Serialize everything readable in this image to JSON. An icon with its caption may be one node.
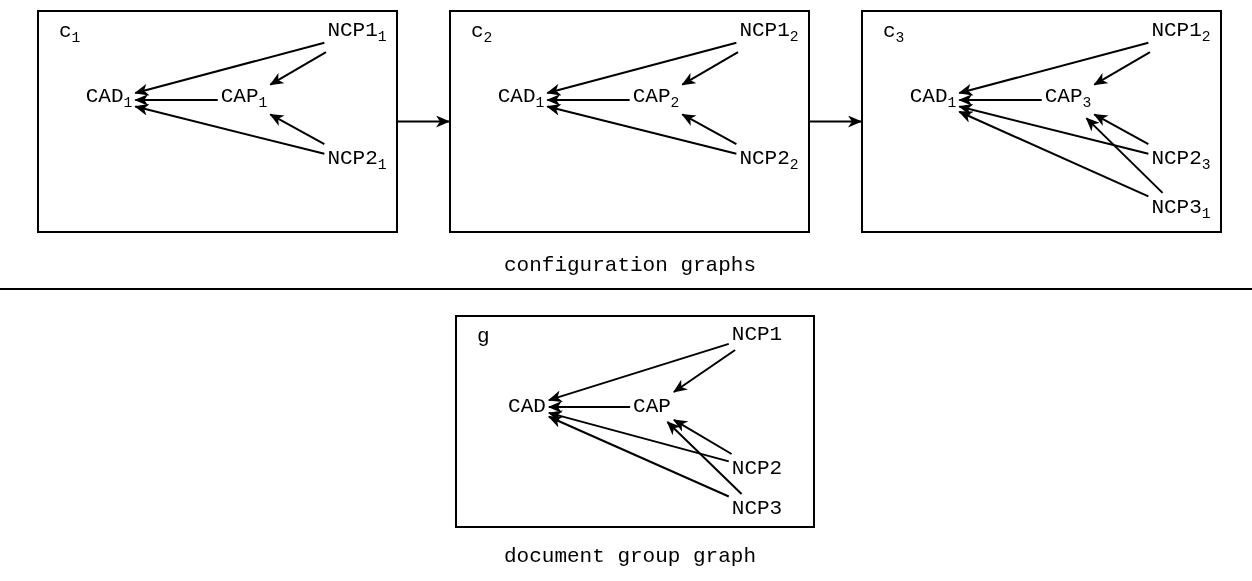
{
  "diagram": {
    "nodes": [
      {
        "text": [
          "c$_{1}$"
        ]
      },
      {
        "text": [
          "CAD$_{1}$"
        ],
        "in": 0
      },
      {
        "text": [
          "CAP$_{1}$"
        ],
        "in": 0
      },
      {
        "text": [
          "NCP1$_{1}$"
        ],
        "in": 0
      },
      {
        "text": [
          "NCP2$_{1}$"
        ],
        "in": 0
      },
      {
        "text": [
          "c$_{2}$"
        ]
      },
      {
        "text": [
          "CAD$_{1}$"
        ],
        "in": 5
      },
      {
        "text": [
          "CAP$_{2}$"
        ],
        "in": 5
      },
      {
        "text": [
          "NCP1$_{2}$"
        ],
        "in": 5
      },
      {
        "text": [
          "NCP2$_{2}$"
        ],
        "in": 5
      },
      {
        "text": [
          "c$_{3}$"
        ]
      },
      {
        "text": [
          "CAD$_{1}$"
        ],
        "in": 10
      },
      {
        "text": [
          "CAP$_{3}$"
        ],
        "in": 10
      },
      {
        "text": [
          "NCP1$_{2}$"
        ],
        "in": 10
      },
      {
        "text": [
          "NCP2$_{3}$"
        ],
        "in": 10
      },
      {
        "text": [
          "NCP3$_{1}$"
        ],
        "in": 10
      },
      {
        "text": [
          "g"
        ]
      },
      {
        "text": [
          "CAD"
        ],
        "in": 16
      },
      {
        "text": [
          "CAP"
        ],
        "in": 16
      },
      {
        "text": [
          "NCP1"
        ],
        "in": 16
      },
      {
        "text": [
          "NCP2"
        ],
        "in": 16
      },
      {
        "text": [
          "NCP3"
        ],
        "in": 16
      }
    ],
    "edges": [
      {
        "from": 3,
        "to": 1,
        "arrow": "to"
      },
      {
        "from": 3,
        "to": 2,
        "arrow": "to"
      },
      {
        "from": 2,
        "to": 1,
        "arrow": "to"
      },
      {
        "from": 4,
        "to": 1,
        "arrow": "to"
      },
      {
        "from": 4,
        "to": 2,
        "arrow": "to"
      },
      {
        "from": 0,
        "to": 5,
        "arrow": "to"
      },
      {
        "from": 8,
        "to": 6,
        "arrow": "to"
      },
      {
        "from": 8,
        "to": 7,
        "arrow": "to"
      },
      {
        "from": 7,
        "to": 6,
        "arrow": "to"
      },
      {
        "from": 9,
        "to": 6,
        "arrow": "to"
      },
      {
        "from": 9,
        "to": 7,
        "arrow": "to"
      },
      {
        "from": 5,
        "to": 10,
        "arrow": "to"
      },
      {
        "from": 13,
        "to": 11,
        "arrow": "to"
      },
      {
        "from": 13,
        "to": 12,
        "arrow": "to"
      },
      {
        "from": 12,
        "to": 11,
        "arrow": "to"
      },
      {
        "from": 14,
        "to": 11,
        "arrow": "to"
      },
      {
        "from": 14,
        "to": 12,
        "arrow": "to"
      },
      {
        "from": 15,
        "to": 11,
        "arrow": "to"
      },
      {
        "from": 15,
        "to": 12,
        "arrow": "to"
      },
      {
        "from": 19,
        "to": 17,
        "arrow": "to"
      },
      {
        "from": 19,
        "to": 18,
        "arrow": "to"
      },
      {
        "from": 18,
        "to": 17,
        "arrow": "to"
      },
      {
        "from": 20,
        "to": 17,
        "arrow": "to"
      },
      {
        "from": 20,
        "to": 18,
        "arrow": "to"
      },
      {
        "from": 21,
        "to": 17,
        "arrow": "to"
      },
      {
        "from": 21,
        "to": 18,
        "arrow": "to"
      }
    ],
    "labels": [
      "configuration graphs",
      "document group graph"
    ]
  }
}
